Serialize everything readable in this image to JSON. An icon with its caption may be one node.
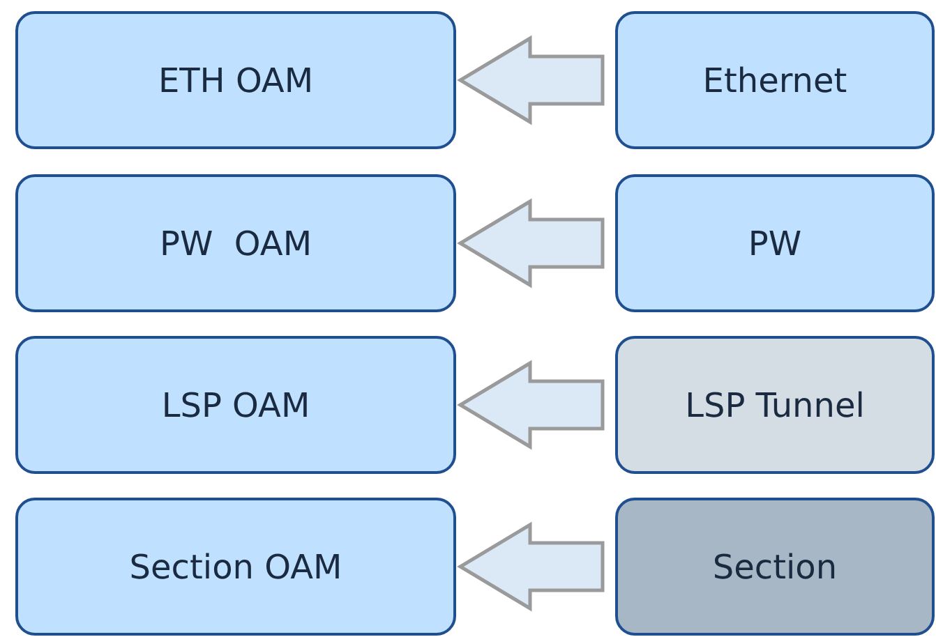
{
  "diagram": {
    "nodes": [
      {
        "text": [
          "ETH OAM"
        ]
      },
      {
        "text": [
          "Ethernet"
        ]
      },
      {
        "text": [
          "PW  OAM"
        ]
      },
      {
        "text": [
          "PW"
        ]
      },
      {
        "text": [
          "LSP OAM"
        ]
      },
      {
        "text": [
          "LSP Tunnel"
        ]
      },
      {
        "text": [
          "Section OAM"
        ]
      },
      {
        "text": [
          "Section"
        ]
      }
    ],
    "edges": [
      {
        "from": 1,
        "to": 0,
        "arrow": "to"
      },
      {
        "from": 3,
        "to": 2,
        "arrow": "to"
      },
      {
        "from": 5,
        "to": 4,
        "arrow": "to"
      },
      {
        "from": 7,
        "to": 6,
        "arrow": "to"
      }
    ]
  }
}
